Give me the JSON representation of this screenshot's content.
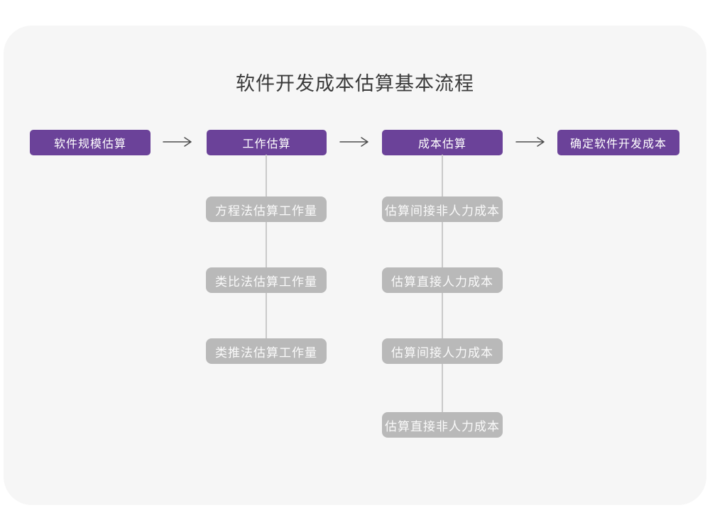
{
  "title": "软件开发成本估算基本流程",
  "colors": {
    "card_background": "#f6f6f6",
    "main_node_purple": "#6b4299",
    "sub_node_gray": "#b9b9b9",
    "connector_line": "#cacaca",
    "arrow": "#4d4d4d",
    "title_text": "#3a3a3a",
    "node_text": "#ffffff"
  },
  "flow": {
    "main_steps": [
      {
        "label": "软件规模估算"
      },
      {
        "label": "工作估算"
      },
      {
        "label": "成本估算"
      },
      {
        "label": "确定软件开发成本"
      }
    ],
    "sub_columns": [
      {
        "parent": "工作估算",
        "items": [
          {
            "label": "方程法估算工作量"
          },
          {
            "label": "类比法估算工作量"
          },
          {
            "label": "类推法估算工作量"
          }
        ]
      },
      {
        "parent": "成本估算",
        "items": [
          {
            "label": "估算间接非人力成本"
          },
          {
            "label": "估算直接人力成本"
          },
          {
            "label": "估算间接人力成本"
          },
          {
            "label": "估算直接非人力成本"
          }
        ]
      }
    ]
  }
}
